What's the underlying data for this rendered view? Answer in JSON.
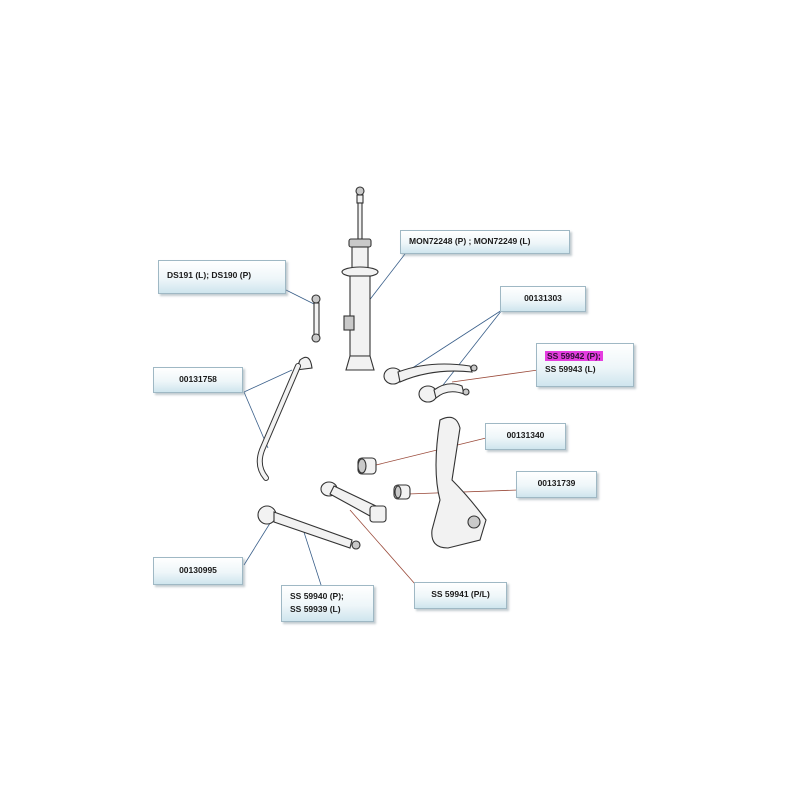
{
  "labels": {
    "shock_absorber": "MON72248 (P) ;  MON72249 (L)",
    "stabilizer_link": "DS191 (L);  DS190  (P)",
    "upper_arm_bushing": "00131303",
    "upper_arm_right": "SS 59942 (P);",
    "upper_arm_left": "SS 59943 (L)",
    "stabilizer_bar": "00131758",
    "knuckle_bushing_upper": "00131340",
    "knuckle_bushing_lower": "00131739",
    "lower_arm_bushing": "00130995",
    "lower_arm_right": "SS 59940 (P);",
    "lower_arm_left": "SS 59939 (L)",
    "tension_strut": "SS 59941 (P/L)"
  },
  "colors": {
    "highlight": "#e53de0",
    "callout_border": "#9fb8c4",
    "leader_blue": "#3a5f8a",
    "leader_red": "#9a4a3a"
  }
}
